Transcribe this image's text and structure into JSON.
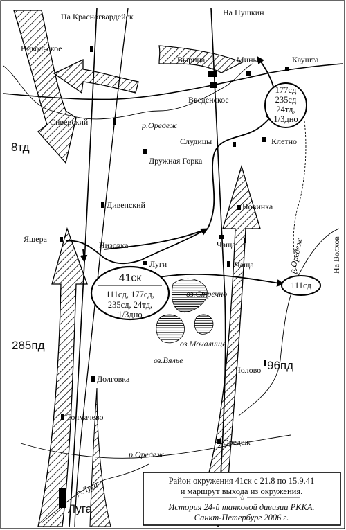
{
  "directions": {
    "krasnogvardeysk": "На Красногвардейск",
    "pushkin": "На Пушкин",
    "volkhov": "На Волхов"
  },
  "settlements": {
    "nikolskoe": "Никольское",
    "siversky": "Сиверский",
    "vyritsa": "Вырица",
    "miny": "Мины",
    "kaushta": "Кауштa",
    "vvedenskoe": "Введенское",
    "druzhnaya_gorka": "Дружная Горка",
    "studitsy": "Слудицы",
    "kletno": "Клетно",
    "divensky": "Дивенский",
    "novinka": "Новинка",
    "yashchera": "Ящера",
    "nizovka": "Низовка",
    "chasha_north": "Чаща",
    "lugi": "Луги",
    "chasha_south": "Чаща",
    "cholovo": "Чолово",
    "dolgovka": "Долговка",
    "tolmachevo": "Толмачево",
    "oredezh_village": "Оредеж",
    "luga": "Луга"
  },
  "water": {
    "oredezh_river_north": "р.Оредеж",
    "oredezh_river_east": "р.Оредеж",
    "oredezh_river_south": "р.Оредеж",
    "luga_river": "р.Луга",
    "lake_strechno": "оз.Стречно",
    "lake_mochalishche": "оз.Мочалище",
    "lake_vyalye": "оз.Вялье"
  },
  "german_forces": {
    "td8": "8тд",
    "pd285": "285пд",
    "pd96": "96пд"
  },
  "soviet_forces": {
    "ck41_title": "41ск",
    "ck41_line1": "111сд, 177сд,",
    "ck41_line2": "235сд, 24тд,",
    "ck41_line3": "1/3дно",
    "breakout_line1": "177сд",
    "breakout_line2": "235сд",
    "breakout_line3": "24тд,",
    "breakout_line4": "1/3дно",
    "sd111": "111сд"
  },
  "caption": {
    "line1": "Район окружения 41ск с 21.8 по 15.9.41",
    "line2": "и маршрут выхода из окружения.",
    "line3": "История 24-й танковой дивизии РККА.",
    "line4": "Санкт-Петербург 2006 г."
  }
}
